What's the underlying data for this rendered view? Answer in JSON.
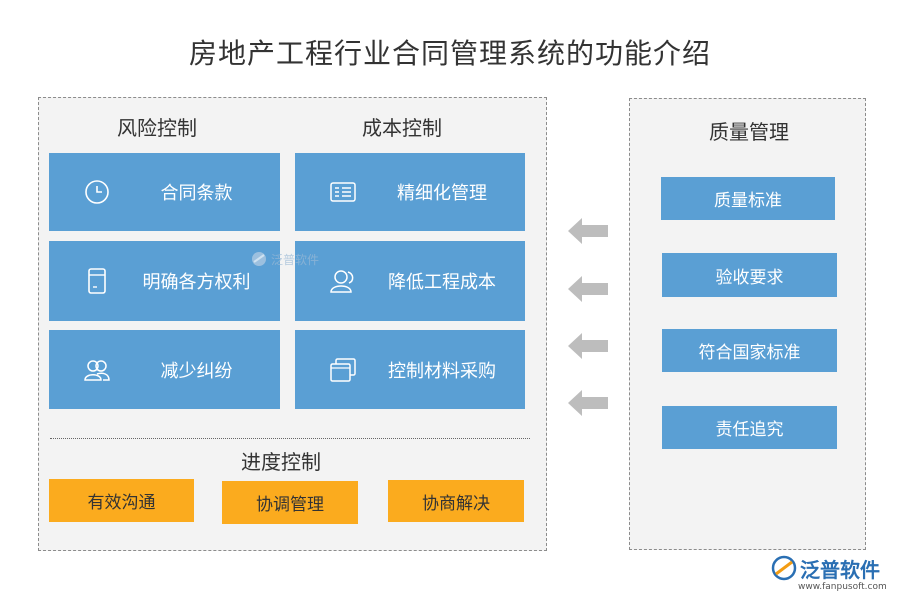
{
  "title": "房地产工程行业合同管理系统的功能介绍",
  "risk": {
    "title": "风险控制",
    "items": [
      {
        "label": "合同条款",
        "icon": "clock-icon"
      },
      {
        "label": "明确各方权利",
        "icon": "document-icon"
      },
      {
        "label": "减少纠纷",
        "icon": "users-icon"
      }
    ]
  },
  "cost": {
    "title": "成本控制",
    "items": [
      {
        "label": "精细化管理",
        "icon": "list-icon"
      },
      {
        "label": "降低工程成本",
        "icon": "user-icon"
      },
      {
        "label": "控制材料采购",
        "icon": "windows-icon"
      }
    ]
  },
  "progress": {
    "title": "进度控制",
    "items": [
      "有效沟通",
      "协调管理",
      "协商解决"
    ]
  },
  "quality": {
    "title": "质量管理",
    "items": [
      "质量标准",
      "验收要求",
      "符合国家标准",
      "责任追究"
    ]
  },
  "watermark": "泛普软件",
  "logo": {
    "brand": "泛普软件",
    "url": "www.fanpusoft.com"
  },
  "colors": {
    "blue": "#5a9fd4",
    "orange": "#fbab1e",
    "panel": "#f3f3f3",
    "arrow": "#bdbdbd"
  }
}
